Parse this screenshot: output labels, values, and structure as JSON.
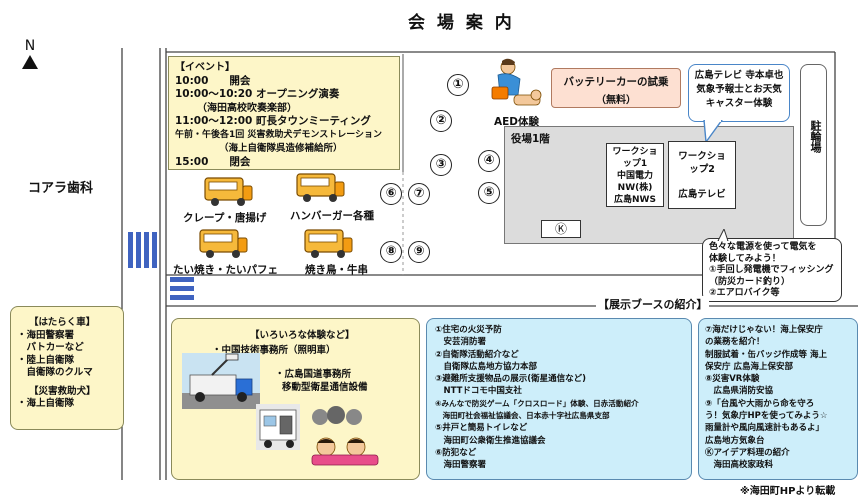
{
  "title": "会 場 案 内",
  "north": "N",
  "dentist": "コアラ歯科",
  "event_box": {
    "header": "【イベント】",
    "lines": [
      "10:00　　開会",
      "10:00～10:20 オープニング演奏",
      "（海田高校吹奏楽部）",
      "11:00～12:00 町長タウンミーティング",
      "午前・午後各1回 災害救助犬デモンストレーション",
      "（海上自衛隊呉造修補給所）",
      "15:00　　閉会"
    ]
  },
  "trucks": [
    {
      "label": "クレープ・唐揚げ"
    },
    {
      "label": "ハンバーガー各種"
    },
    {
      "label": "たい焼き・たいパフェ"
    },
    {
      "label": "焼き鳥・牛串"
    }
  ],
  "numbers": [
    "①",
    "②",
    "③",
    "④",
    "⑤",
    "⑥",
    "⑦",
    "⑧",
    "⑨"
  ],
  "aed": "AED体験",
  "battery_car": {
    "line1": "バッテリーカーの試乗",
    "line2": "（無料）"
  },
  "weather_bubble": {
    "lines": [
      "広島テレビ 寺本卓也",
      "気象予報士とお天気",
      "キャスター体験"
    ]
  },
  "parking": "駐輪場",
  "town_hall": "役場1階",
  "workshop1": {
    "lines": [
      "ワークショ",
      "ップ1",
      "中国電力",
      "NW(株)",
      "広島NWS"
    ]
  },
  "workshop2": {
    "lines": [
      "ワークショ",
      "ップ2",
      "広島テレビ"
    ]
  },
  "k_symbol": "Ⓚ",
  "electric_bubble": {
    "lines": [
      "色々な電源を使って電気を",
      "体験してみよう！",
      "①手回し発電機でフィッシング",
      "（防災カード釣り）",
      "②エアロバイク等"
    ]
  },
  "booth_header": "【展示ブースの紹介】",
  "vehicles": {
    "header1": "【はたらく車】",
    "lines1": [
      "・海田警察署",
      "　パトカーなど",
      "・陸上自衛隊",
      "　自衛隊のクルマ"
    ],
    "header2": "【災害救助犬】",
    "lines2": [
      "・海上自衛隊"
    ]
  },
  "experience": {
    "header": "【いろいろな体験など】",
    "item1": "・中国技術事務所（照明車）",
    "item2a": "・広島国道事務所",
    "item2b": "移動型衛星通信設備"
  },
  "booths_mid": {
    "lines": [
      "①住宅の火災予防",
      "　安芸消防署",
      "②自衛隊活動紹介など",
      "　自衛隊広島地方協力本部",
      "③避難所支援物品の展示(衛星通信など)",
      "　NTTドコモ中国支社",
      "④みんなで防災ゲーム「クロスロード」体験、日赤活動紹介",
      "　海田町社会福祉協議会、日本赤十字社広島県支部",
      "⑤井戸と簡易トイレなど",
      "　海田町公衆衛生推進協議会",
      "⑥防犯など",
      "　海田警察署"
    ]
  },
  "booths_right": {
    "lines": [
      "⑦海だけじゃない！海上保安庁",
      "の業務を紹介！",
      "制服試着・缶バッジ作成等 海上",
      "保安庁 広島海上保安部",
      "⑧災害VR体験",
      "　広島県消防安協",
      "⑨「台風や大雨から命を守ろ",
      "う！気象庁HPを使ってみよう☆",
      "雨量計や風向風速計もあるよ」",
      "広島地方気象台",
      "Ⓚアイデア料理の紹介",
      "　海田高校家政科"
    ]
  },
  "footer": "※海田町HPより転載",
  "colors": {
    "event_bg": "#fdf6c8",
    "booth_bg": "#cdeefa",
    "building_bg": "#dcdcdc",
    "battery_bg": "#fde0d2",
    "stripes": "#3f63c0"
  }
}
